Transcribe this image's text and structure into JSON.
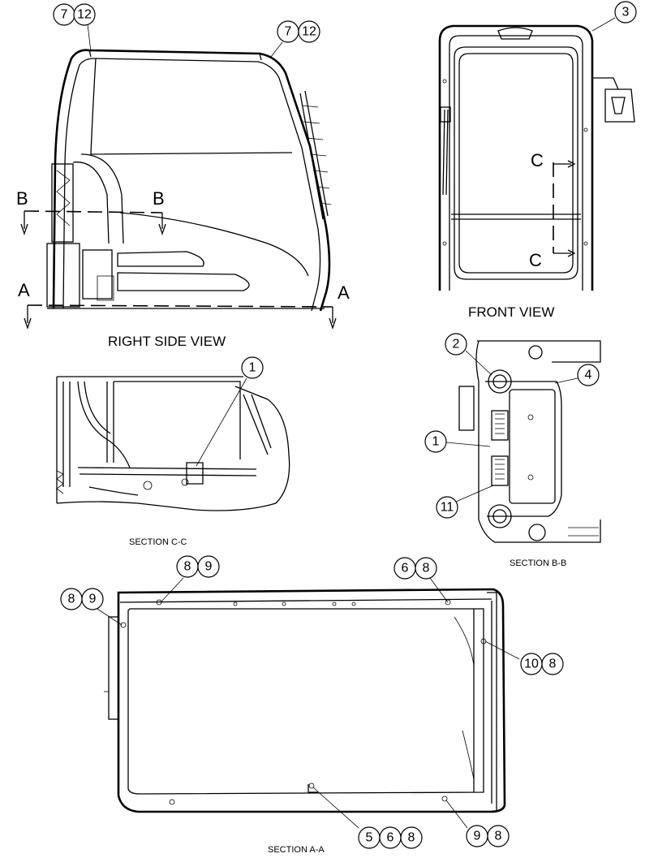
{
  "views": {
    "right_side": "RIGHT SIDE VIEW",
    "front": "FRONT VIEW",
    "section_cc": "SECTION C-C",
    "section_bb": "SECTION B-B",
    "section_aa": "SECTION A-A"
  },
  "section_markers": {
    "a_left": "A",
    "a_right": "A",
    "b_left": "B",
    "b_right": "B",
    "c_top": "C",
    "c_bottom": "C"
  },
  "callouts": {
    "rs_top_left": [
      "7",
      "12"
    ],
    "rs_top_mid": [
      "7",
      "12"
    ],
    "front_3": [
      "3"
    ],
    "cc_1": [
      "1"
    ],
    "bb_2": [
      "2"
    ],
    "bb_4": [
      "4"
    ],
    "bb_1": [
      "1"
    ],
    "bb_11": [
      "11"
    ],
    "aa_top_89": [
      "8",
      "9"
    ],
    "aa_left_89": [
      "8",
      "9"
    ],
    "aa_top_68": [
      "6",
      "8"
    ],
    "aa_right_108": [
      "10",
      "8"
    ],
    "aa_bottom_568": [
      "5",
      "6",
      "8"
    ],
    "aa_bottom_98": [
      "9",
      "8"
    ]
  }
}
